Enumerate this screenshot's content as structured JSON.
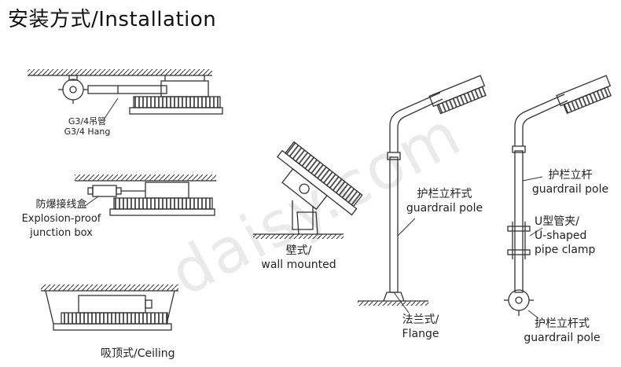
{
  "title": "安装方式/Installation",
  "watermark": "daisy.com",
  "labels": {
    "hang_cn": "G3/4吊管",
    "hang_en": "G3/4 Hang",
    "junction_cn": "防爆接线盒",
    "junction_en1": "Explosion-proof",
    "junction_en2": "junction box",
    "ceiling": "吸顶式/Ceiling",
    "wall_cn": "壁式/",
    "wall_en": "wall mounted",
    "pole_cn": "护栏立杆式",
    "pole_en": "guardrail pole",
    "flange_cn": "法兰式/",
    "flange_en": "Flange",
    "pole2_cn": "护栏立杆",
    "pole2_en": "guardrail pole",
    "clamp_cn": "U型管夹/",
    "clamp_en1": "U-shaped",
    "clamp_en2": "pipe clamp",
    "pole3_cn": "护栏立杆式",
    "pole3_en": "guardrail pole"
  }
}
